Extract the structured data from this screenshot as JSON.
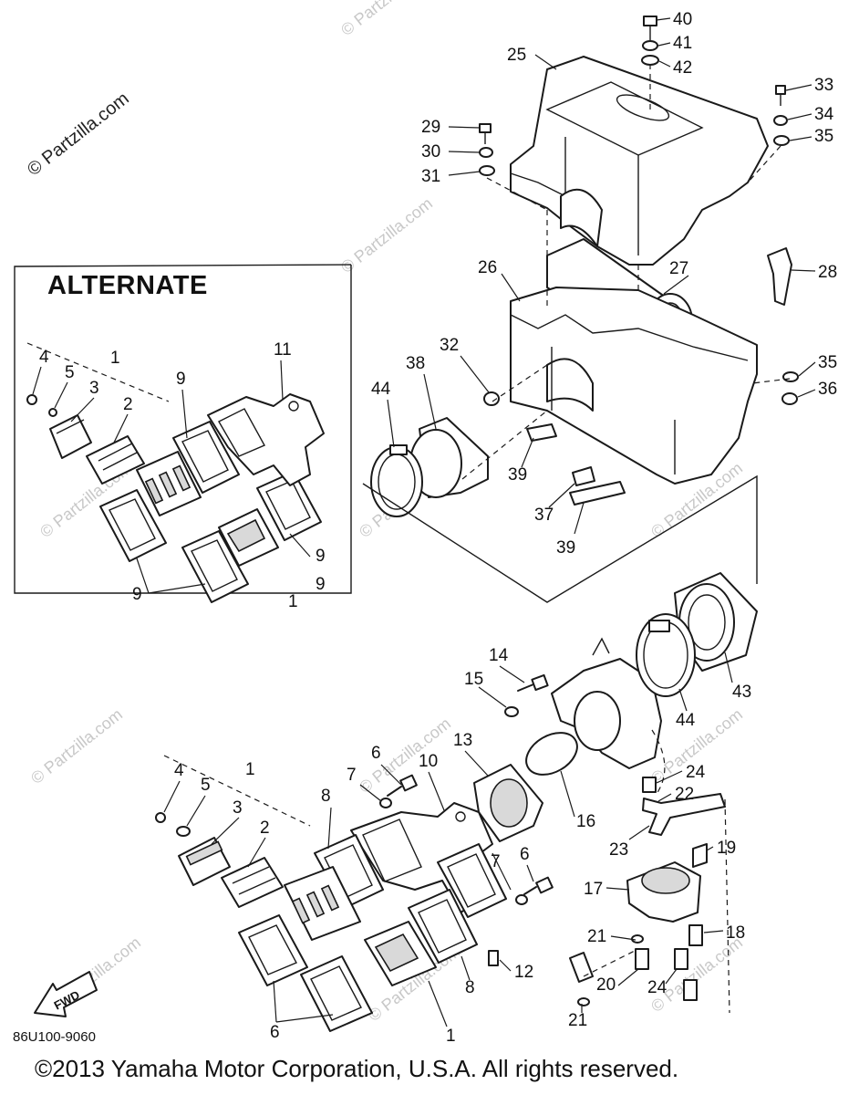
{
  "alternate_label": "ALTERNATE",
  "drawing_code": "86U100-9060",
  "copyright": "©2013 Yamaha Motor Corporation, U.S.A. All rights reserved.",
  "watermark": "© Partzilla.com",
  "fwd_label": "FWD",
  "callouts": {
    "alt": [
      "4",
      "5",
      "1",
      "3",
      "2",
      "9",
      "11",
      "9",
      "9",
      "1",
      "9"
    ],
    "top": [
      "40",
      "41",
      "42",
      "25",
      "33",
      "34",
      "35",
      "29",
      "30",
      "31",
      "26",
      "27",
      "28",
      "32",
      "38",
      "44",
      "35",
      "36",
      "39",
      "37",
      "39"
    ],
    "bottom": [
      "14",
      "15",
      "13",
      "10",
      "16",
      "6",
      "7",
      "8",
      "24",
      "22",
      "23",
      "19",
      "17",
      "18",
      "21",
      "20",
      "24",
      "21",
      "12",
      "8",
      "7",
      "6",
      "43",
      "44",
      "4",
      "5",
      "3",
      "2",
      "1",
      "6",
      "1"
    ]
  }
}
